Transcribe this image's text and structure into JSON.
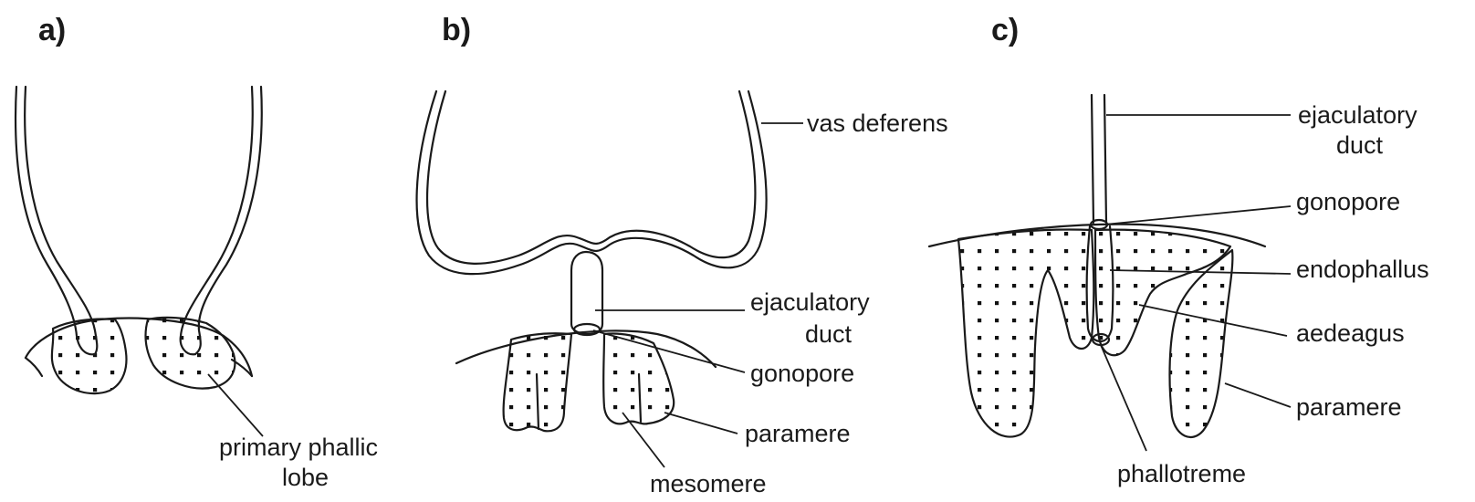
{
  "panels": {
    "a": {
      "letter": "a)",
      "labels": {
        "primary_phallic_lobe_line1": "primary phallic",
        "primary_phallic_lobe_line2": "lobe"
      }
    },
    "b": {
      "letter": "b)",
      "labels": {
        "vas_deferens": "vas deferens",
        "ejaculatory_duct_line1": "ejaculatory",
        "ejaculatory_duct_line2": "duct",
        "gonopore": "gonopore",
        "paramere": "paramere",
        "mesomere": "mesomere"
      }
    },
    "c": {
      "letter": "c)",
      "labels": {
        "ejaculatory_duct_line1": "ejaculatory",
        "ejaculatory_duct_line2": "duct",
        "gonopore": "gonopore",
        "endophallus": "endophallus",
        "aedeagus": "aedeagus",
        "paramere": "paramere",
        "phallotreme": "phallotreme"
      }
    }
  }
}
